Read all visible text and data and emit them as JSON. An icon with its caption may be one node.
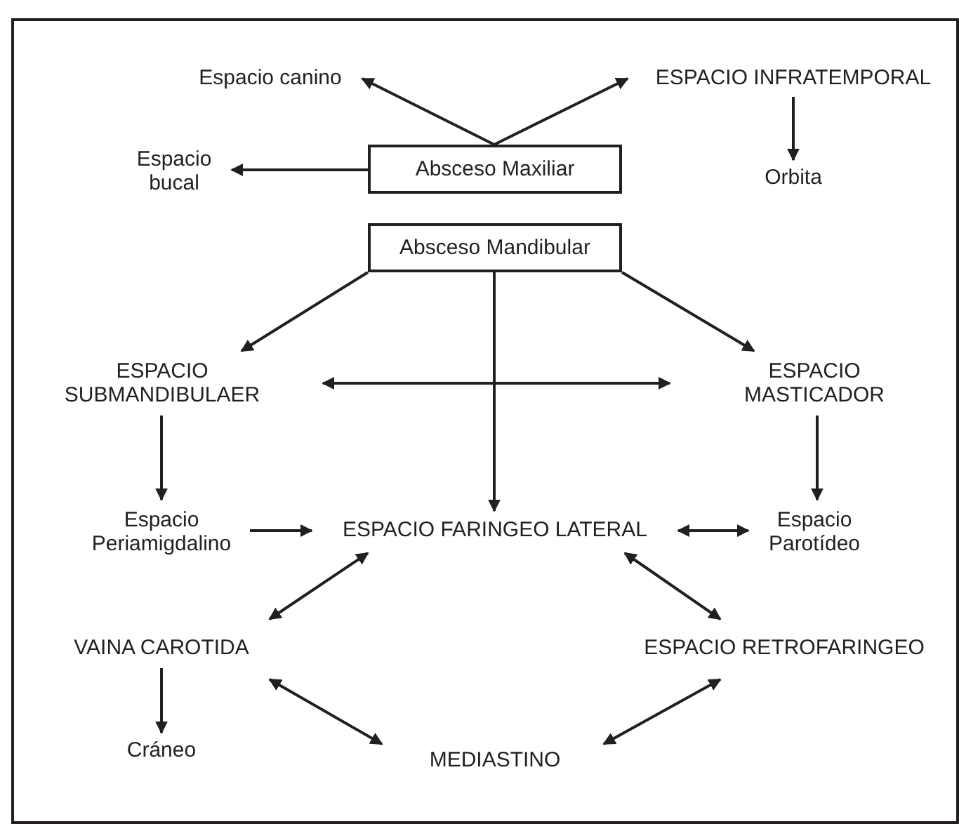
{
  "diagram": {
    "nodes": [
      {
        "text": [
          "Espacio canino"
        ]
      },
      {
        "text": [
          "ESPACIO INFRATEMPORAL"
        ]
      },
      {
        "text": [
          "Espacio bucal"
        ]
      },
      {
        "text": [
          "Absceso Maxiliar"
        ]
      },
      {
        "text": [
          "Orbita"
        ]
      },
      {
        "text": [
          "Absceso Mandibular"
        ]
      },
      {
        "text": [
          "ESPACIO SUBMANDIBULAER"
        ]
      },
      {
        "text": [
          "ESPACIO MASTICADOR"
        ]
      },
      {
        "text": [
          "Espacio Periamigdalino"
        ]
      },
      {
        "text": [
          "ESPACIO FARINGEO LATERAL"
        ]
      },
      {
        "text": [
          "Espacio Parotídeo"
        ]
      },
      {
        "text": [
          "VAINA CAROTIDA"
        ]
      },
      {
        "text": [
          "ESPACIO RETROFARINGEO"
        ]
      },
      {
        "text": [
          "Cráneo"
        ]
      },
      {
        "text": [
          "MEDIASTINO"
        ]
      }
    ],
    "edges": [
      {
        "from": 3,
        "to": 0,
        "arrow": "to"
      },
      {
        "from": 3,
        "to": 1,
        "arrow": "to"
      },
      {
        "from": 3,
        "to": 2,
        "arrow": "to"
      },
      {
        "from": 1,
        "to": 4,
        "arrow": "to"
      },
      {
        "from": 5,
        "to": 6,
        "arrow": "to"
      },
      {
        "from": 5,
        "to": 9,
        "arrow": "to"
      },
      {
        "from": 5,
        "to": 7,
        "arrow": "to"
      },
      {
        "from": 6,
        "to": 7,
        "arrow": "both"
      },
      {
        "from": 6,
        "to": 8,
        "arrow": "to"
      },
      {
        "from": 7,
        "to": 10,
        "arrow": "to"
      },
      {
        "from": 8,
        "to": 9,
        "arrow": "to"
      },
      {
        "from": 9,
        "to": 10,
        "arrow": "both"
      },
      {
        "from": 9,
        "to": 11,
        "arrow": "both"
      },
      {
        "from": 9,
        "to": 12,
        "arrow": "both"
      },
      {
        "from": 11,
        "to": 13,
        "arrow": "to"
      },
      {
        "from": 11,
        "to": 14,
        "arrow": "both"
      },
      {
        "from": 12,
        "to": 14,
        "arrow": "both"
      }
    ]
  }
}
